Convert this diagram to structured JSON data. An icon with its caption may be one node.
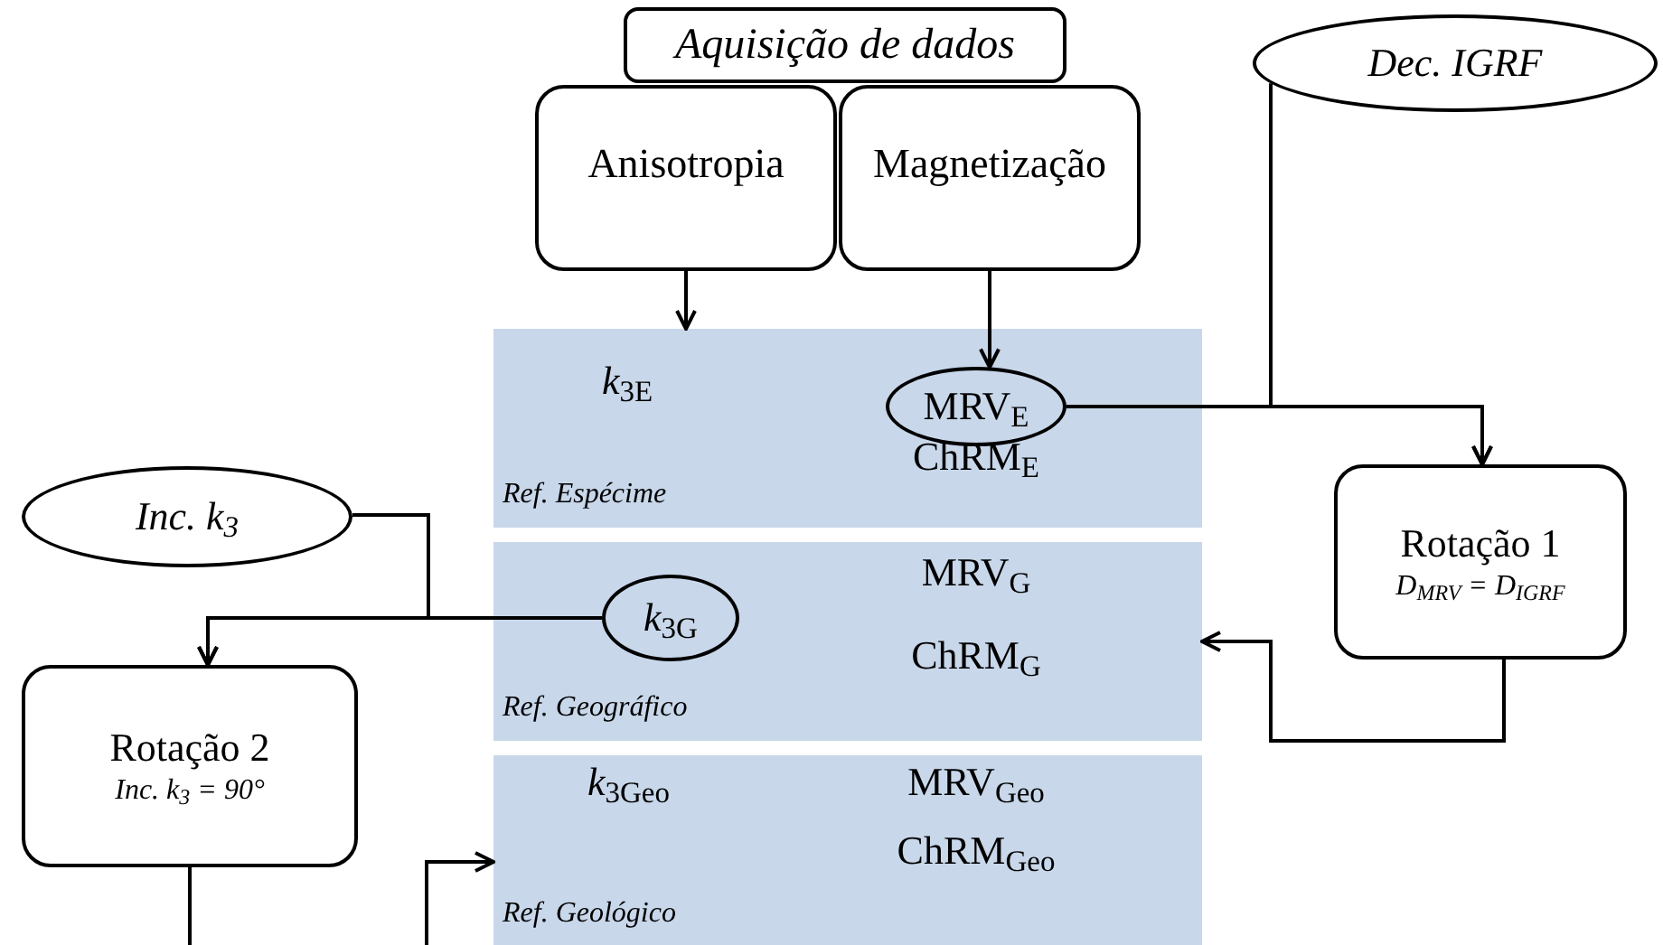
{
  "diagram": {
    "nodes": [
      {
        "text": [
          "Aquisição de dados"
        ]
      },
      {
        "text": [
          "Anisotropia"
        ]
      },
      {
        "text": [
          "Magnetização"
        ]
      },
      {
        "text": [
          "*k*$_{3E}$",
          "ChRM$_{E}$",
          "Ref. Espécime"
        ]
      },
      {
        "text": [
          "MRV$_{E}$"
        ],
        "in": 3
      },
      {
        "text": [
          "MRV$_{G}$",
          "ChRM$_{G}$",
          "Ref. Geográfico"
        ]
      },
      {
        "text": [
          "*k*$_{3G}$"
        ],
        "in": 5
      },
      {
        "text": [
          "*k*$_{3Geo}$",
          "MRV$_{Geo}$",
          "ChRM$_{Geo}$",
          "Ref. Geológico"
        ]
      },
      {
        "text": [
          "Dec. IGRF"
        ]
      },
      {
        "text": [
          "Rotação 1",
          "D$_{MRV}$ = D$_{IGRF}$"
        ]
      },
      {
        "text": [
          "Inc. k$_{3}$"
        ]
      },
      {
        "text": [
          "Rotação 2",
          "Inc. k$_{3}$ = 90°"
        ]
      }
    ],
    "edges": [
      {
        "from": 1,
        "to": 3,
        "arrow": "to"
      },
      {
        "from": 2,
        "to": 4,
        "arrow": "to"
      },
      {
        "from": 4,
        "to": 9,
        "arrow": "to"
      },
      {
        "from": 8,
        "to": 9,
        "arrow": "to"
      },
      {
        "from": 9,
        "to": 5,
        "arrow": "to"
      },
      {
        "from": 10,
        "to": 11,
        "arrow": "to"
      },
      {
        "from": 6,
        "to": 11,
        "arrow": "to"
      },
      {
        "from": 11,
        "to": null,
        "arrow": "none"
      },
      {
        "from": null,
        "to": 7,
        "arrow": "to"
      }
    ]
  }
}
